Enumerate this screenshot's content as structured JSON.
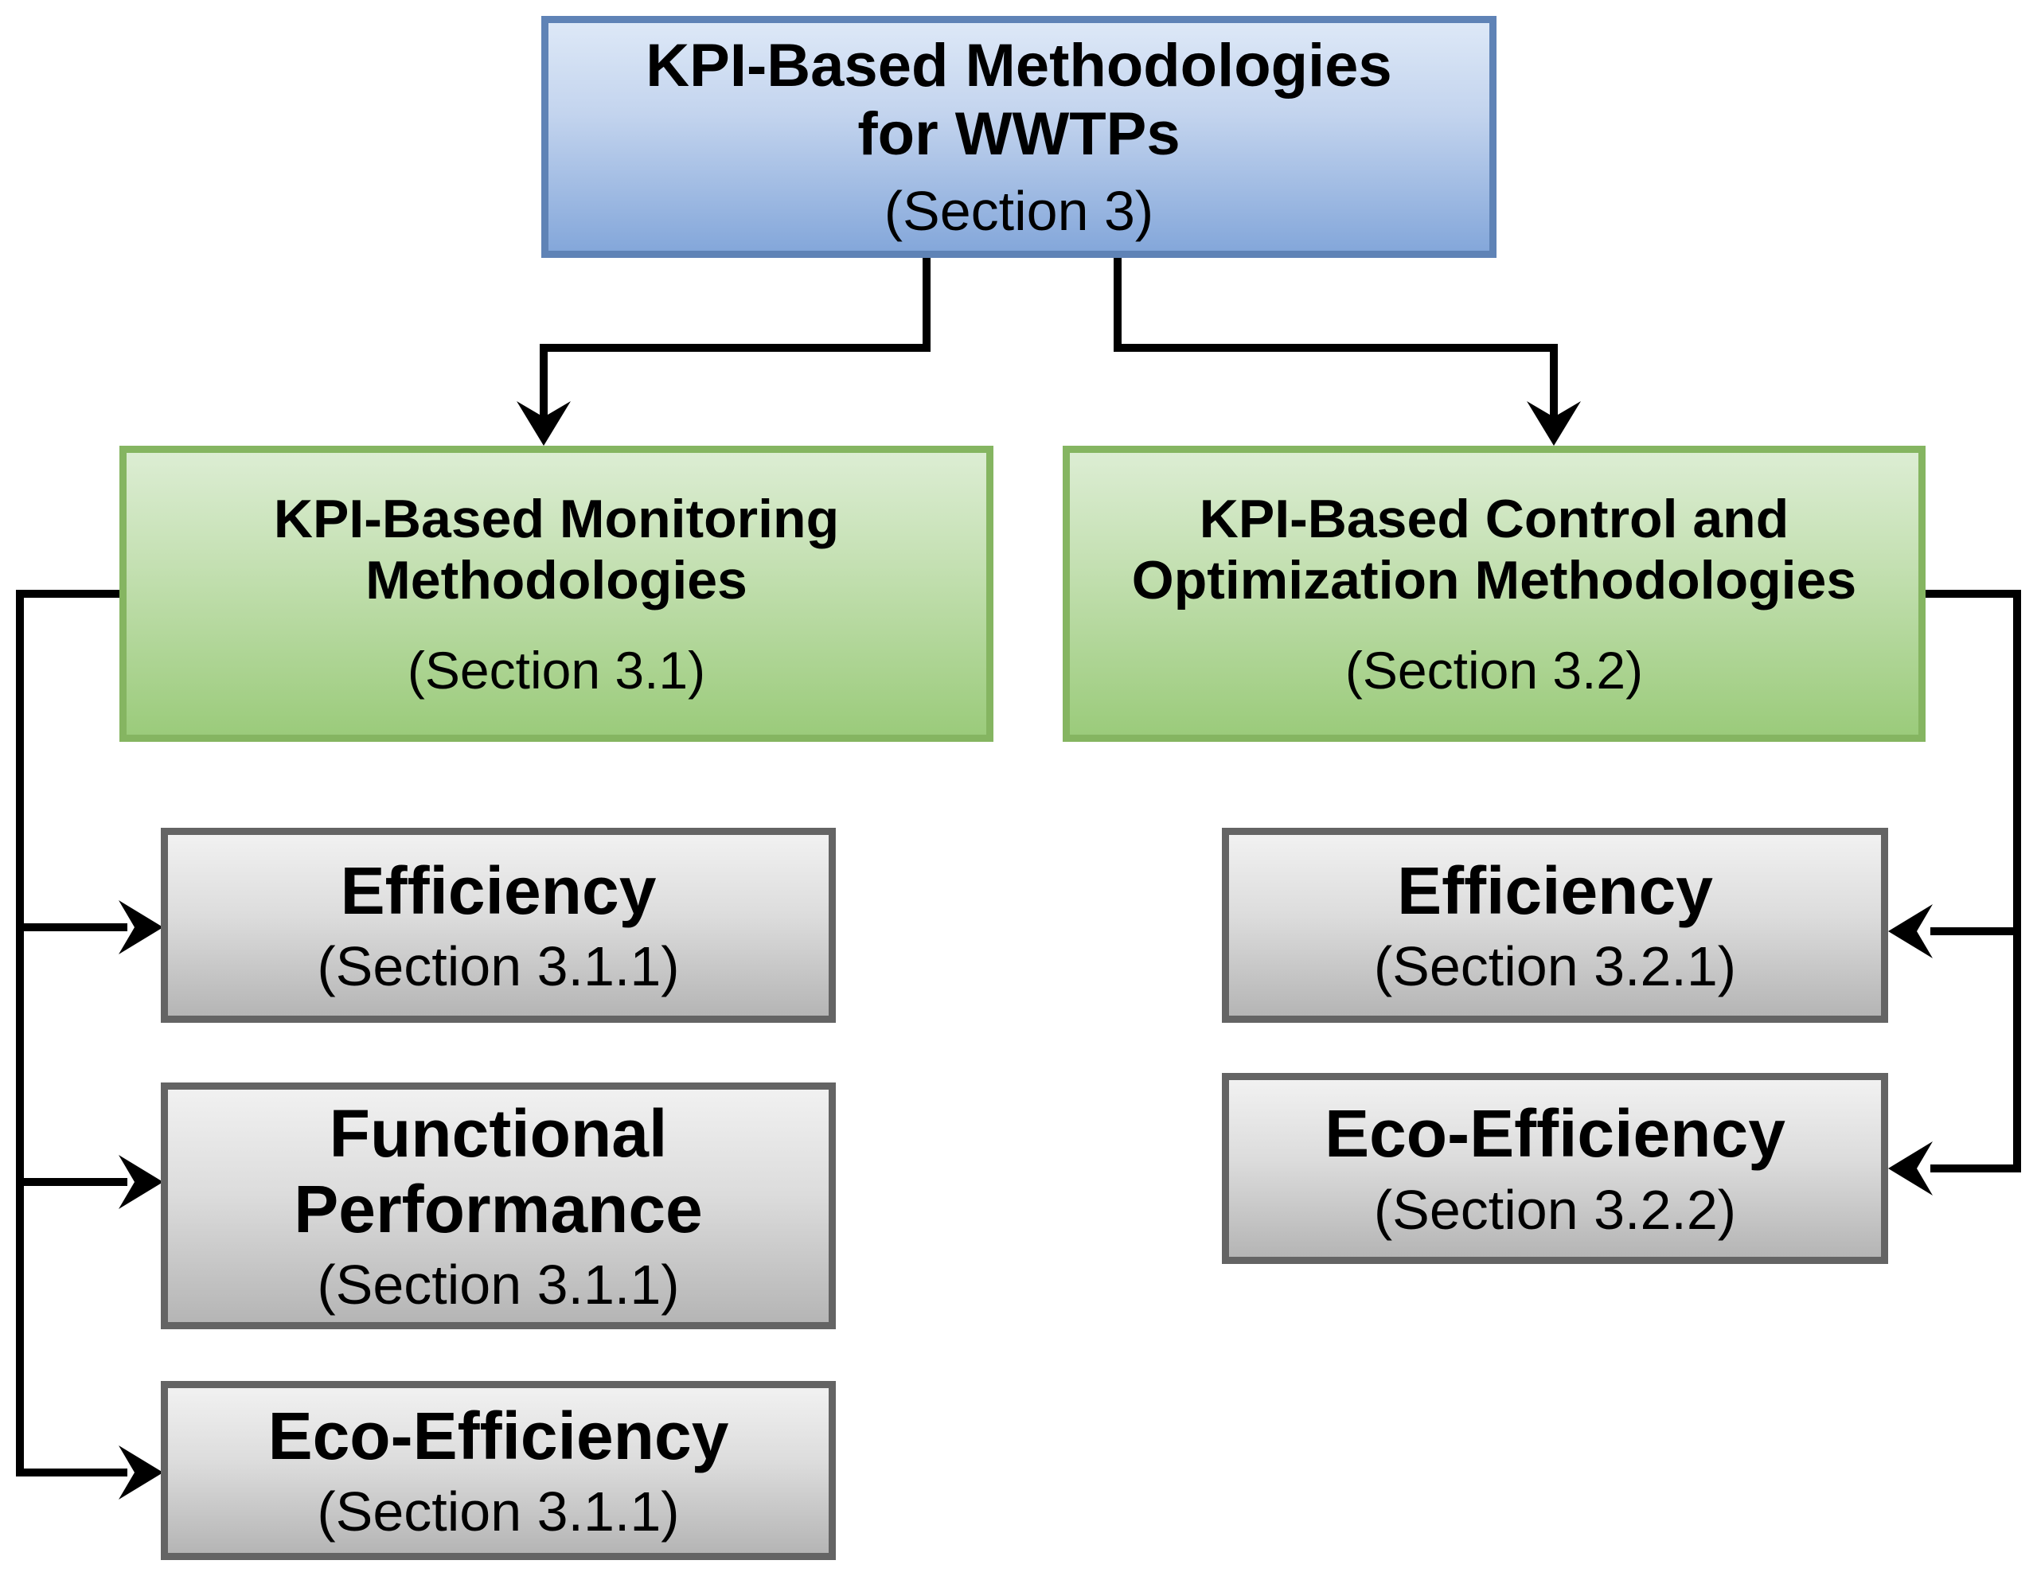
{
  "figure": {
    "root": {
      "title": "KPI-Based Methodologies\nfor WWTPs",
      "subtitle": "(Section 3)"
    },
    "monitoring": {
      "title": "KPI-Based Monitoring\nMethodologies",
      "subtitle": "(Section 3.1)",
      "children": [
        {
          "title": "Efficiency",
          "subtitle": "(Section 3.1.1)"
        },
        {
          "title": "Functional\nPerformance",
          "subtitle": "(Section 3.1.1)"
        },
        {
          "title": "Eco-Efficiency",
          "subtitle": "(Section 3.1.1)"
        }
      ]
    },
    "control": {
      "title": "KPI-Based Control and\nOptimization Methodologies",
      "subtitle": "(Section 3.2)",
      "children": [
        {
          "title": "Efficiency",
          "subtitle": "(Section 3.2.1)"
        },
        {
          "title": "Eco-Efficiency",
          "subtitle": "(Section 3.2.2)"
        }
      ]
    },
    "colors": {
      "background": "#ffffff",
      "root_fill_top": "#dde8f7",
      "root_fill_bottom": "#84a7da",
      "root_border": "#5f83b6",
      "branch_fill_top": "#dcedd3",
      "branch_fill_bottom": "#9bcb7b",
      "branch_border": "#85b561",
      "leaf_fill_top": "#f1f1f1",
      "leaf_fill_bottom": "#b5b5b5",
      "leaf_border": "#646464",
      "connector": "#000000",
      "text": "#000000"
    }
  }
}
